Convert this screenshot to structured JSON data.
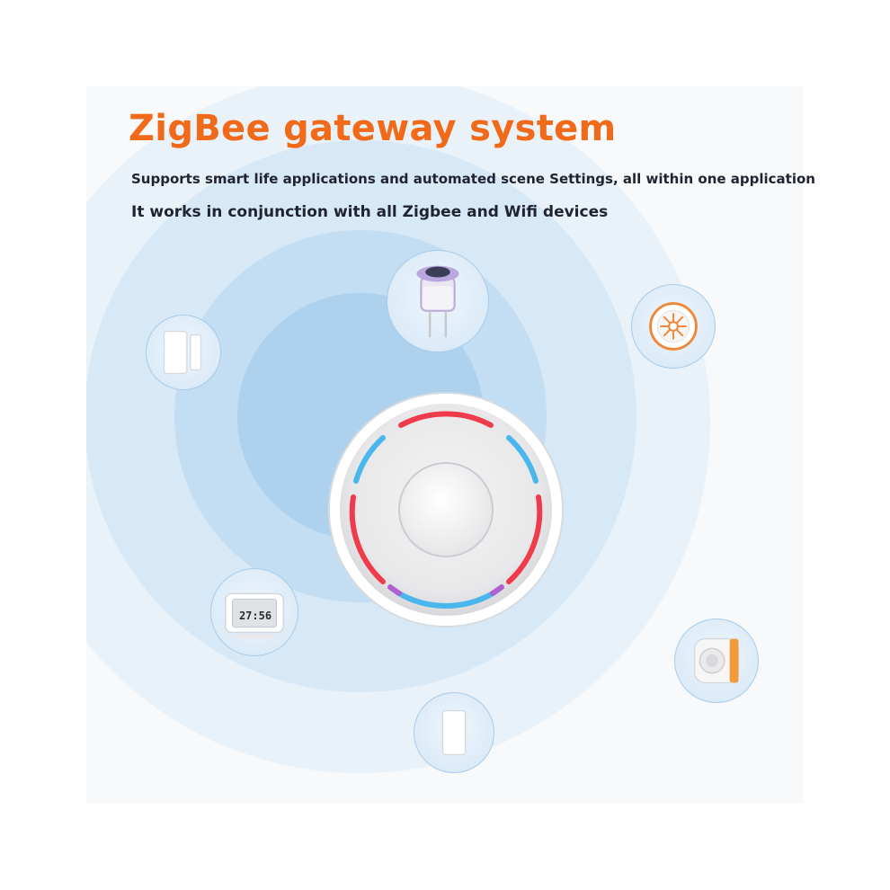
{
  "header": {
    "title": "ZigBee gateway system",
    "line1": "Supports smart life applications and automated scene Settings, all within one application",
    "line2": "It works in conjunction with all Zigbee and Wifi devices"
  },
  "colors": {
    "title": "#f06a1a",
    "ring_outer": "#eef4f9",
    "ring_mid": "#d3e6f6",
    "ring_inner": "#bcd9f1",
    "ring_core": "#a6ccec",
    "led_red": "#f0394a",
    "led_blue": "#45b4f0"
  },
  "devices": [
    {
      "name": "soil-moisture-sensor-icon"
    },
    {
      "name": "door-window-sensor-icon"
    },
    {
      "name": "siren-alarm-icon"
    },
    {
      "name": "temperature-humidity-display-icon",
      "display_text": "27:56"
    },
    {
      "name": "pir-motion-sensor-icon"
    },
    {
      "name": "contact-sensor-icon"
    }
  ],
  "hub": {
    "name": "zigbee-gateway-hub"
  }
}
